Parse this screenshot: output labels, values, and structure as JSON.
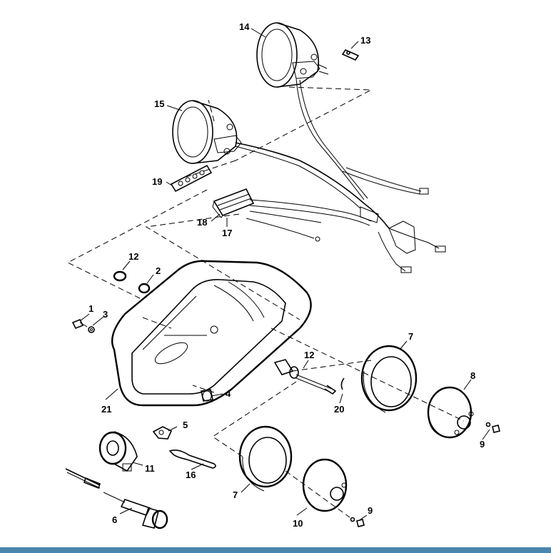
{
  "callouts": {
    "c1": "1",
    "c2": "2",
    "c3": "3",
    "c5": "5",
    "c6": "6",
    "c7a": "7",
    "c7b": "7",
    "c8": "8",
    "c9a": "9",
    "c9b": "9",
    "c10": "10",
    "c11": "11",
    "c12a": "12",
    "c12b": "12",
    "c13": "13",
    "c14": "14",
    "c15": "15",
    "c16": "16",
    "c17": "17",
    "c18": "18",
    "c19": "19",
    "c20": "20",
    "c21": "21",
    "c4": "4"
  },
  "colors": {
    "ink": "#000000",
    "paper": "#ffffff",
    "bottom_bar": "#4a86ad"
  }
}
